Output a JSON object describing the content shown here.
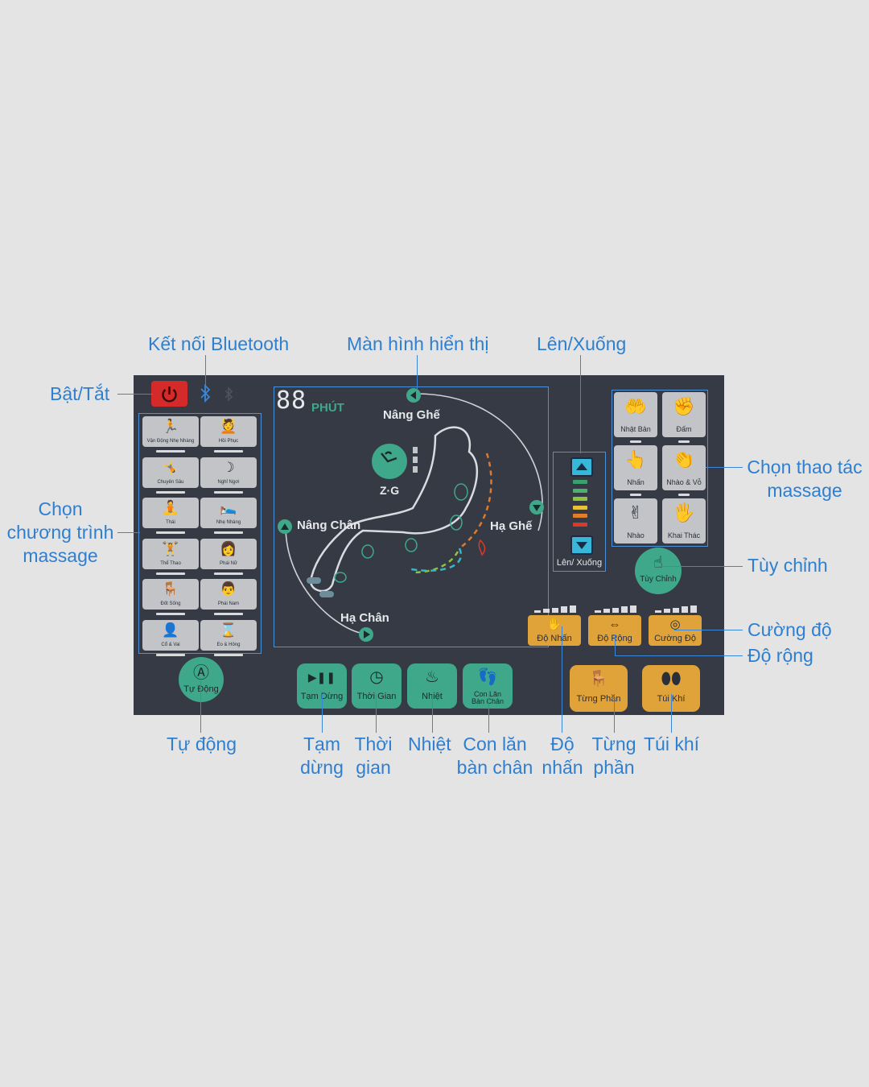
{
  "callouts": {
    "bluetooth": "Kết nối Bluetooth",
    "display": "Màn hình hiển thị",
    "updown": "Lên/Xuống",
    "power": "Bật/Tắt",
    "program": [
      "Chọn",
      "chương trình",
      "massage"
    ],
    "technique": [
      "Chọn thao tác",
      "massage"
    ],
    "custom": "Tùy chỉnh",
    "intensity": "Cường độ",
    "width": "Độ rộng",
    "auto": "Tự động",
    "pause": [
      "Tạm",
      "dừng"
    ],
    "time": [
      "Thời",
      "gian"
    ],
    "heat": "Nhiệt",
    "foot_roller": [
      "Con lăn",
      "bàn chân"
    ],
    "press": [
      "Độ",
      "nhấn"
    ],
    "partial": [
      "Từng",
      "phần"
    ],
    "airbag": "Túi khí"
  },
  "panel": {
    "programs": [
      {
        "label": "Vận Động Nhẹ Nhàng",
        "icon": "running-person-icon",
        "glyph": "🏃"
      },
      {
        "label": "Hồi Phục",
        "icon": "massage-recovery-icon",
        "glyph": "💆"
      },
      {
        "label": "Chuyên Sâu",
        "icon": "deep-massage-icon",
        "glyph": "🤸"
      },
      {
        "label": "Nghỉ Ngơi",
        "icon": "moon-rest-icon",
        "glyph": "☽"
      },
      {
        "label": "Thái",
        "icon": "thai-stretch-icon",
        "glyph": "🧘"
      },
      {
        "label": "Nhẹ Nhàng",
        "icon": "gentle-recline-icon",
        "glyph": "🛌"
      },
      {
        "label": "Thể Thao",
        "icon": "sport-person-icon",
        "glyph": "🏋"
      },
      {
        "label": "Phái Nữ",
        "icon": "woman-icon",
        "glyph": "👩"
      },
      {
        "label": "Đốt Sống",
        "icon": "spine-seat-icon",
        "glyph": "🪑"
      },
      {
        "label": "Phái Nam",
        "icon": "man-icon",
        "glyph": "👨"
      },
      {
        "label": "Cổ & Vai",
        "icon": "neck-shoulder-icon",
        "glyph": "👤"
      },
      {
        "label": "Eo & Hông",
        "icon": "waist-hip-icon",
        "glyph": "⌛"
      }
    ],
    "techniques": [
      {
        "label": "Nhật Bản",
        "icon": "japanese-massage-icon",
        "glyph": "🤲"
      },
      {
        "label": "Đấm",
        "icon": "fist-knock-icon",
        "glyph": "✊"
      },
      {
        "label": "Nhấn",
        "icon": "press-icon",
        "glyph": "👆"
      },
      {
        "label": "Nhào & Vỗ",
        "icon": "knead-tap-icon",
        "glyph": "👏"
      },
      {
        "label": "Nhào",
        "icon": "knead-icon",
        "glyph": "✌"
      },
      {
        "label": "Khai Thác",
        "icon": "shiatsu-hand-icon",
        "glyph": "🖐"
      }
    ],
    "display": {
      "digits": "88",
      "unit": "PHÚT",
      "zg": "Z·G",
      "nang_ghe": "Nâng Ghế",
      "nang_chan": "Nâng Chân",
      "ha_ghe": "Hạ Ghế",
      "ha_chan": "Hạ Chân"
    },
    "updown_label": "Lên/ Xuống",
    "level_colors": [
      "#3aa06e",
      "#49b36a",
      "#8cc43f",
      "#e6c23a",
      "#e27d2a",
      "#d83a2a"
    ],
    "custom_label": "Tùy Chỉnh",
    "orange_small": [
      {
        "label": "Độ Nhấn",
        "icon": "press-depth-icon",
        "glyph": "✋"
      },
      {
        "label": "Độ Rộng",
        "icon": "width-icon",
        "glyph": "⇔"
      },
      {
        "label": "Cường Độ",
        "icon": "intensity-icon",
        "glyph": "◎"
      }
    ],
    "orange_big": [
      {
        "label": "Từng Phần",
        "icon": "partial-seat-icon",
        "glyph": "🪑"
      },
      {
        "label": "Túi Khí",
        "icon": "airbag-icon",
        "glyph": "⬮⬮"
      }
    ],
    "green_buttons": [
      {
        "label": "Tạm Dừng",
        "icon": "play-pause-icon",
        "glyph": "▶❚❚"
      },
      {
        "label": "Thời Gian",
        "icon": "clock-icon",
        "glyph": "◷"
      },
      {
        "label": "Nhiệt",
        "icon": "heat-icon",
        "glyph": "♨"
      },
      {
        "label": "Con Lăn Bàn Chân",
        "icon": "foot-icon",
        "glyph": "👣"
      }
    ],
    "auto_label": "Tự Động",
    "auto_glyph": "Ⓐ"
  }
}
